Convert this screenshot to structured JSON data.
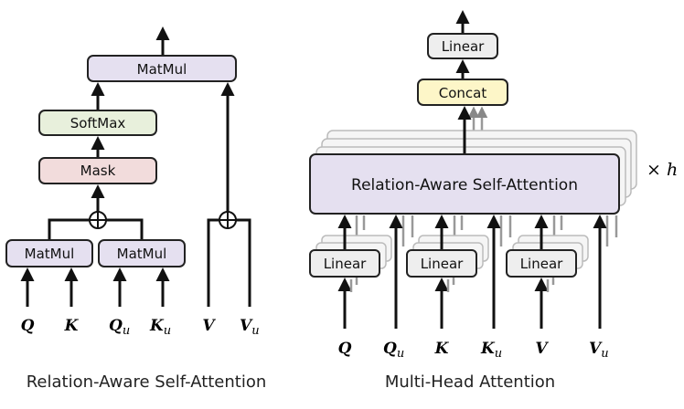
{
  "left": {
    "matmul_top": "MatMul",
    "softmax": "SoftMax",
    "mask": "Mask",
    "matmul_left": "MatMul",
    "matmul_right": "MatMul",
    "inputs": {
      "q": "Q",
      "k": "K",
      "qu_main": "Q",
      "qu_sub": "u",
      "ku_main": "K",
      "ku_sub": "u",
      "v": "V",
      "vu_main": "V",
      "vu_sub": "u"
    },
    "caption": "Relation-Aware Self-Attention"
  },
  "right": {
    "linear_top": "Linear",
    "concat": "Concat",
    "core": "Relation-Aware Self-Attention",
    "times_h": "× h",
    "linears": [
      "Linear",
      "Linear",
      "Linear"
    ],
    "inputs": {
      "q": "Q",
      "qu_main": "Q",
      "qu_sub": "u",
      "k": "K",
      "ku_main": "K",
      "ku_sub": "u",
      "v": "V",
      "vu_main": "V",
      "vu_sub": "u"
    },
    "caption": "Multi-Head Attention"
  },
  "colors": {
    "matmul_fill": "#e5e0f0",
    "softmax_fill": "#e8f0dc",
    "mask_fill": "#f2dcdc",
    "concat_fill": "#fdf6c8",
    "linear_fill": "#eeeeee",
    "core_fill": "#e5e0f0",
    "stroke": "#222222"
  }
}
